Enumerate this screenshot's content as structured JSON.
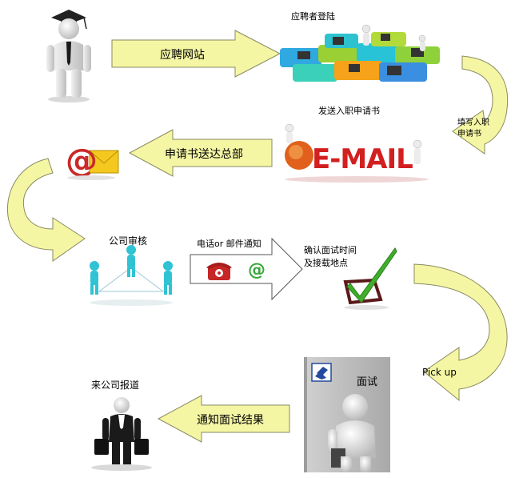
{
  "steps": {
    "website_arrow": "应聘网站",
    "applicant_login": "应聘者登陆",
    "fill_form": "填写入职申请书",
    "fill_form_line1": "填写入职",
    "fill_form_line2": "申请书",
    "send_form": "发送入职申请书",
    "email_word": "E-MAIL",
    "to_hq_arrow": "申请书送达总部",
    "company_review": "公司审核",
    "notify_arrow": "电话or 邮件通知",
    "confirm_time": "确认面试时间及接载地点",
    "confirm_line1": "确认面试时间",
    "confirm_line2": "及接载地点",
    "pickup": "Pick up",
    "interview": "面试",
    "notify_result_arrow": "通知面试结果",
    "report": "来公司报道"
  },
  "colors": {
    "arrow_fill": "#f4f6a4",
    "arrow_stroke": "#8a8a60",
    "email_red": "#d21f1f",
    "check_green": "#3fae2a",
    "figure_teal": "#2fc3d3"
  }
}
